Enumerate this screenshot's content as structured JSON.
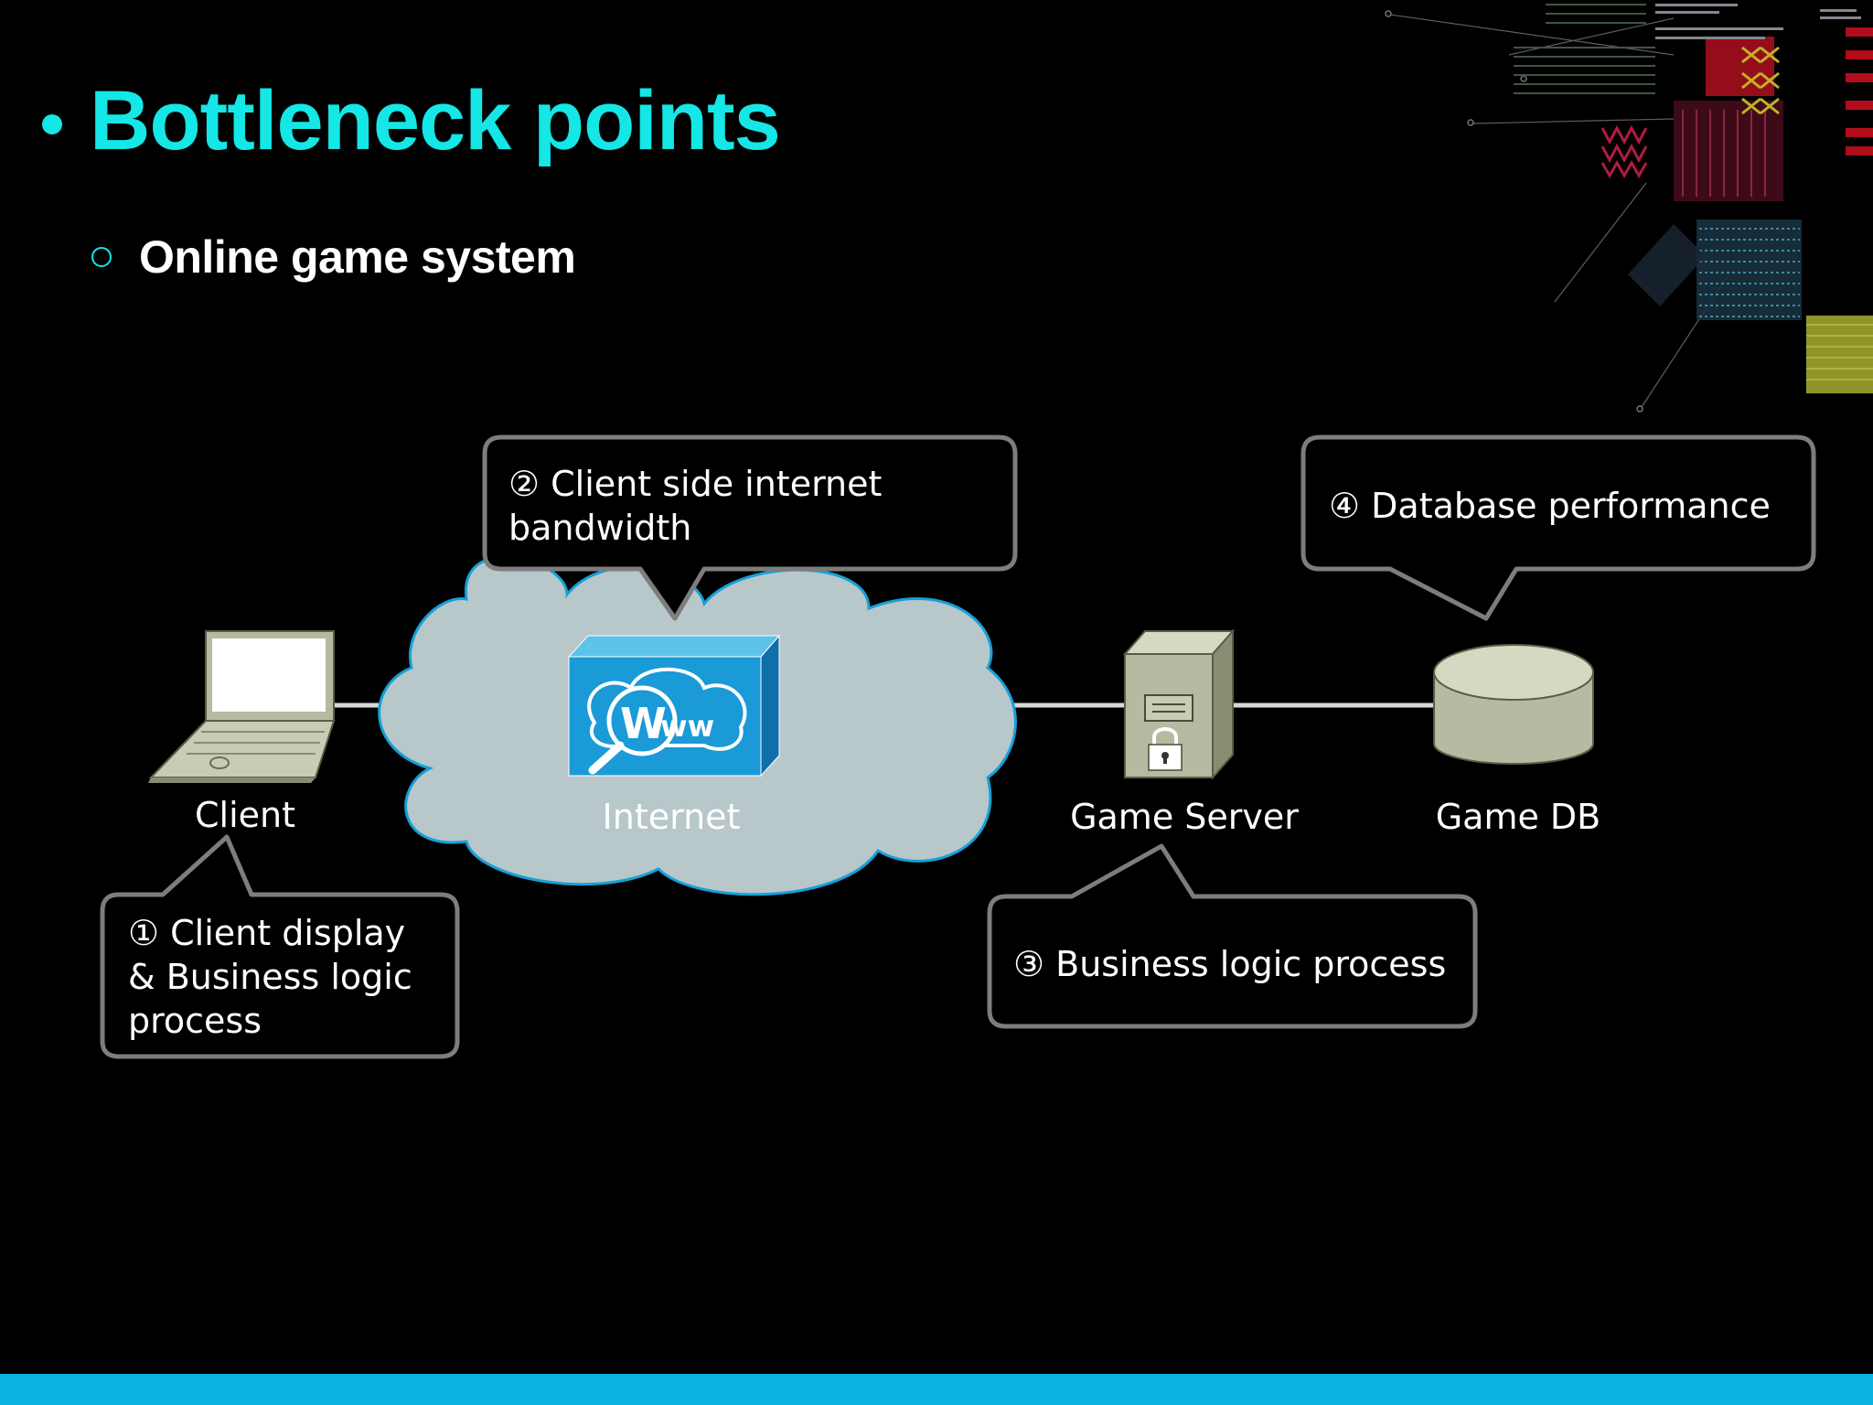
{
  "slide": {
    "title": "Bottleneck points",
    "subtitle": "Online game system"
  },
  "nodes": {
    "client": "Client",
    "internet": "Internet",
    "game_server": "Game Server",
    "game_db": "Game DB"
  },
  "callouts": {
    "c1": {
      "lines": [
        "① Client display",
        "& Business logic",
        "process"
      ]
    },
    "c2": {
      "lines": [
        "② Client side internet",
        "bandwidth"
      ]
    },
    "c3": {
      "lines": [
        "③ Business logic process"
      ]
    },
    "c4": {
      "lines": [
        "④ Database performance"
      ]
    }
  },
  "colors": {
    "accent": "#15e6e6",
    "bottom_bar": "#0ab3e2",
    "callout_border": "#7d7d7d",
    "cloud": "#b8c7c9",
    "device": "#b7b9a0",
    "www_box": "#1a9ad6"
  }
}
